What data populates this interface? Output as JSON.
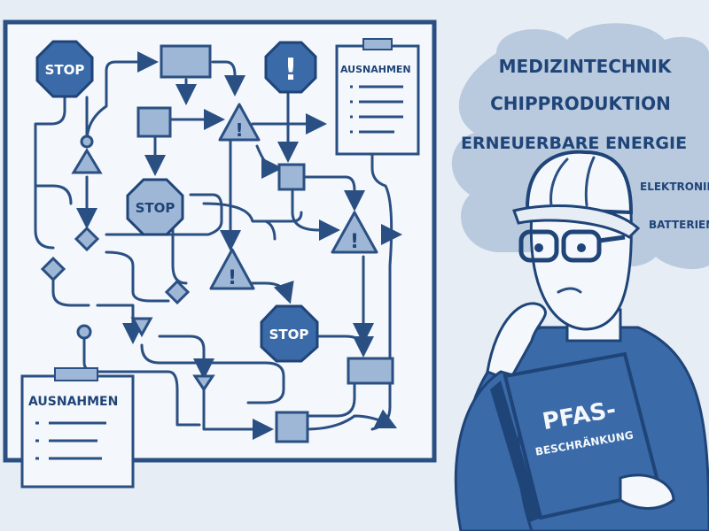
{
  "board": {
    "stop_label": "STOP",
    "exceptions_label": "AUSNAHMEN"
  },
  "cloud": {
    "words": [
      "MEDIZINTECHNIK",
      "CHIPPRODUKTION",
      "ERNEUERBARE ENERGIE",
      "ELEKTRONIK",
      "BATTERIEN"
    ]
  },
  "book": {
    "title_line1": "PFAS-",
    "title_line2": "BESCHRÄNKUNG"
  },
  "colors": {
    "ink": "#1f4478",
    "accent": "#3a6aa8",
    "fill": "#9fb7d6",
    "cloud": "#b9cadf",
    "background": "#e6edf5"
  }
}
